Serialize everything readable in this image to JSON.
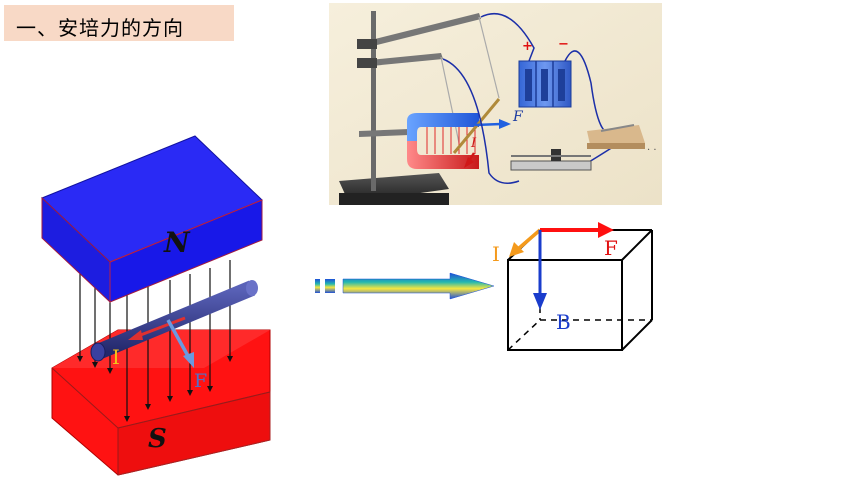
{
  "title": "一、安培力的方向",
  "photo": {
    "plus": "+",
    "minus": "−",
    "force_label": "F",
    "current_label": "I",
    "dots": "· ·"
  },
  "magnet": {
    "north": "N",
    "south": "S",
    "current": "I",
    "force": "F"
  },
  "cube": {
    "current": "I",
    "force": "F",
    "field": "B"
  },
  "colors": {
    "title_bg": "#f8d9c6",
    "north_pole": "#1b1bf0",
    "south_pole": "#ff1010",
    "rod": "#2b3080",
    "force_arrow_cube": "#ff1010",
    "current_arrow_cube": "#f49a1c",
    "field_arrow_cube": "#1a3ccc"
  }
}
